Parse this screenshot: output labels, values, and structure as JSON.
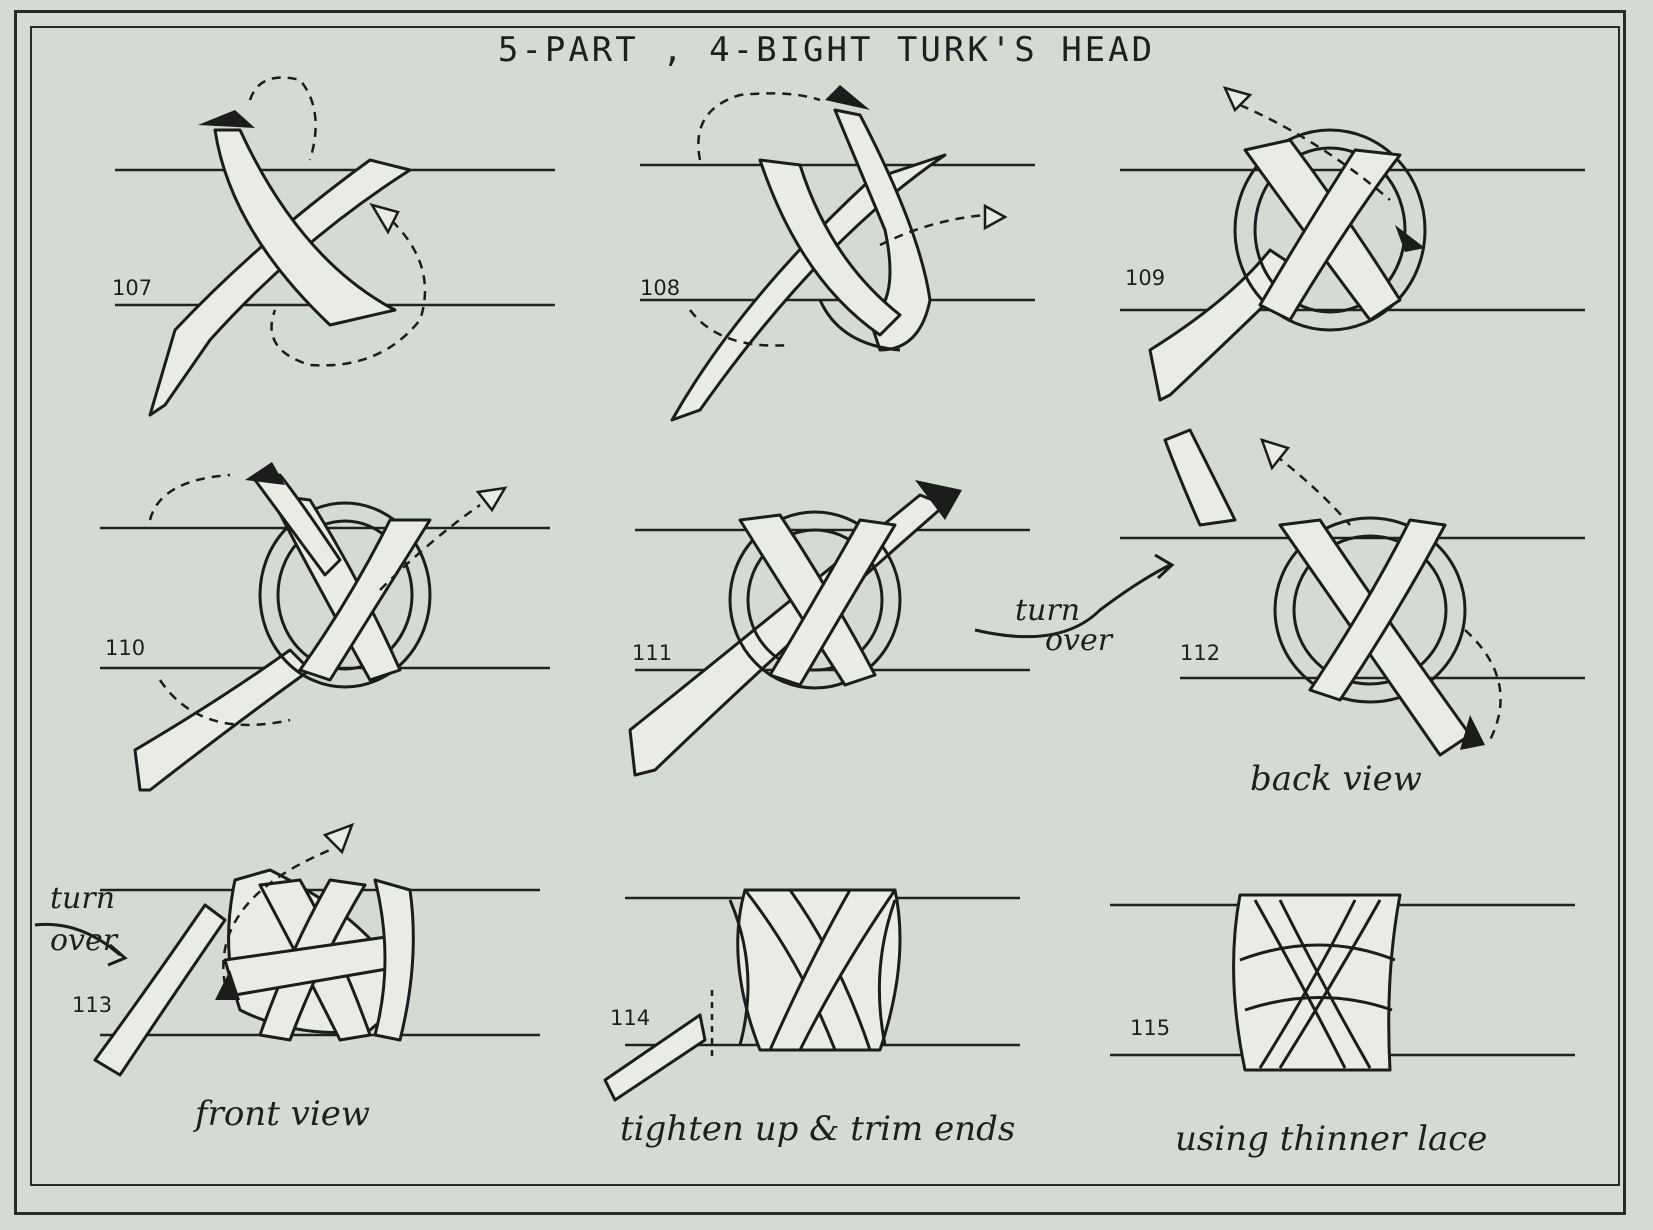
{
  "title": "5-PART , 4-BIGHT   TURK'S HEAD",
  "figures": [
    {
      "number": "107"
    },
    {
      "number": "108"
    },
    {
      "number": "109"
    },
    {
      "number": "110"
    },
    {
      "number": "111"
    },
    {
      "number": "112",
      "note": "back view",
      "side_note": [
        "turn",
        "over"
      ]
    },
    {
      "number": "113",
      "note": "front view",
      "side_note": [
        "turn",
        "over"
      ]
    },
    {
      "number": "114",
      "note": "tighten up & trim ends"
    },
    {
      "number": "115",
      "note": "using thinner lace"
    }
  ],
  "colors": {
    "paper": "#d3dbd3",
    "ink": "#1c1c1c",
    "lace": "#e8ece4"
  }
}
